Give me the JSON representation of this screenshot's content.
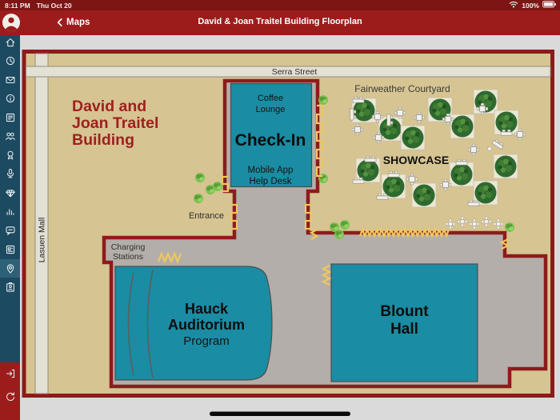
{
  "status_bar": {
    "time": "8:11 PM",
    "date": "Thu Oct 20",
    "battery": "100%",
    "icons": [
      "wifi-icon",
      "battery-icon"
    ]
  },
  "nav_bar": {
    "back_label": "Maps",
    "title": "David & Joan Traitel Building Floorplan",
    "icons": [
      "profile-avatar-icon",
      "back-chevron-icon"
    ]
  },
  "sidebar": {
    "icons": [
      "home",
      "clock",
      "mail",
      "info",
      "agenda",
      "people",
      "award",
      "microphone",
      "diamond",
      "bar-chart",
      "chat",
      "news",
      "location-pin",
      "id-badge"
    ],
    "selected_icon": "location-pin",
    "bottom_icons": [
      "logout",
      "refresh"
    ]
  },
  "map": {
    "streets": {
      "horizontal": "Serra Street",
      "vertical": "Lasuen Mall"
    },
    "building_name_lines": [
      "David and",
      "Joan Traitel",
      "Building"
    ],
    "labels": {
      "courtyard": "Fairweather Courtyard",
      "showcase": "SHOWCASE",
      "entrance": "Entrance",
      "charging_lines": [
        "Charging",
        "Stations"
      ]
    },
    "rooms": {
      "check_in": {
        "title": "Check-In",
        "top_lines": [
          "Coffee",
          "Lounge"
        ],
        "bottom_lines": [
          "Mobile App",
          "Help Desk"
        ]
      },
      "auditorium": {
        "name_lines": [
          "Hauck",
          "Auditorium"
        ],
        "subtitle": "Program"
      },
      "hall": {
        "name_lines": [
          "Blount",
          "Hall"
        ]
      }
    },
    "colors": {
      "wall_red": "#8E1B1B",
      "room_teal": "#1A8CA3",
      "ground_tan": "#D6C492",
      "interior_gray": "#B3AEA9",
      "door_yellow": "#EFC85C",
      "tree_green": "#2E6A2F",
      "street_fill": "#E3E0D4",
      "nav_red": "#9C1C1C",
      "status_red": "#7E1515",
      "sidebar_blue": "#1C4A60"
    }
  }
}
